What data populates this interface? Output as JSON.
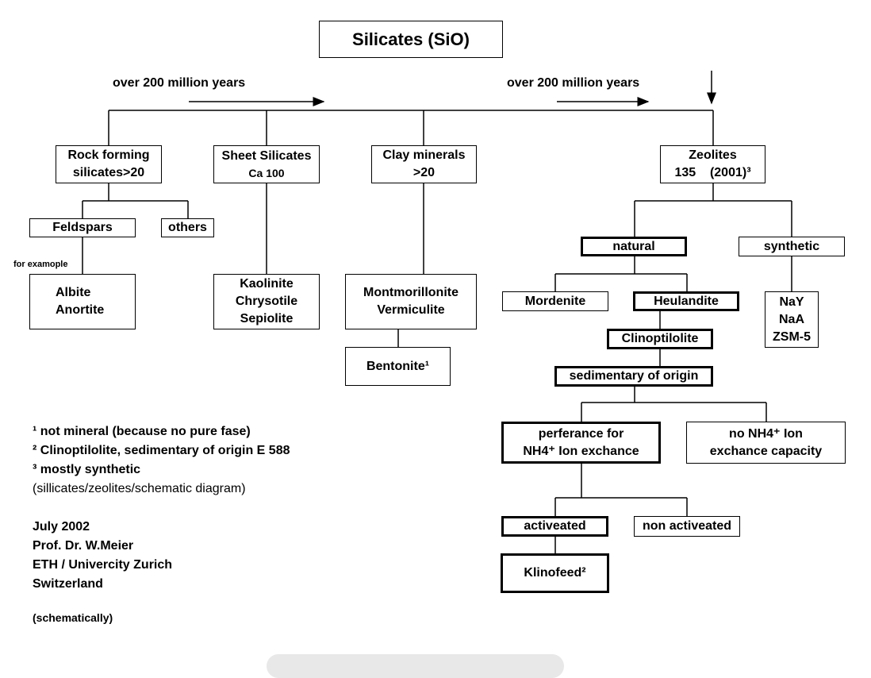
{
  "title": "Silicates (SiO)",
  "time_labels": {
    "left": "over 200 million years",
    "right": "over 200 million years"
  },
  "categories": {
    "rock": {
      "line1": "Rock forming",
      "line2": "silicates>20"
    },
    "sheet": {
      "line1": "Sheet Silicates",
      "line2": "Ca 100"
    },
    "clay": {
      "line1": "Clay minerals",
      "line2": ">20"
    },
    "zeolites": {
      "line1": "Zeolites",
      "line2": "135    (2001)³"
    }
  },
  "rock_children": {
    "feldspars": "Feldspars",
    "others": "others",
    "for_example": "for examople"
  },
  "feldspar_examples": [
    "Albite",
    "Anortite"
  ],
  "sheet_examples": [
    "Kaolinite",
    "Chrysotile",
    "Sepiolite"
  ],
  "clay_examples": [
    "Montmorillonite",
    "Vermiculite"
  ],
  "bentonite": "Bentonite¹",
  "zeolite_branch": {
    "natural": "natural",
    "synthetic": "synthetic",
    "mordenite": "Mordenite",
    "heulandite": "Heulandite",
    "clinoptilolite": "Clinoptilolite",
    "synthetic_examples": [
      "NaY",
      "NaA",
      "ZSM-5"
    ],
    "sedimentary": "sedimentary of origin",
    "preference": {
      "line1": "perferance for",
      "line2": "NH4⁺ Ion exchance"
    },
    "no_nh4": {
      "line1": "no NH4⁺ Ion",
      "line2": "exchance capacity"
    },
    "activated": "activeated",
    "non_activated": "non activeated",
    "klinofeed": "Klinofeed²"
  },
  "footnotes": {
    "note1": "¹ not mineral (because no pure fase)",
    "note2": "² Clinoptilolite, sedimentary of origin E 588",
    "note3": "³ mostly synthetic",
    "note4": "(sillicates/zeolites/schematic diagram)"
  },
  "credits": [
    "July 2002",
    "Prof. Dr. W.Meier",
    "ETH / Univercity Zurich",
    "Switzerland"
  ],
  "schematically": "(schematically)"
}
